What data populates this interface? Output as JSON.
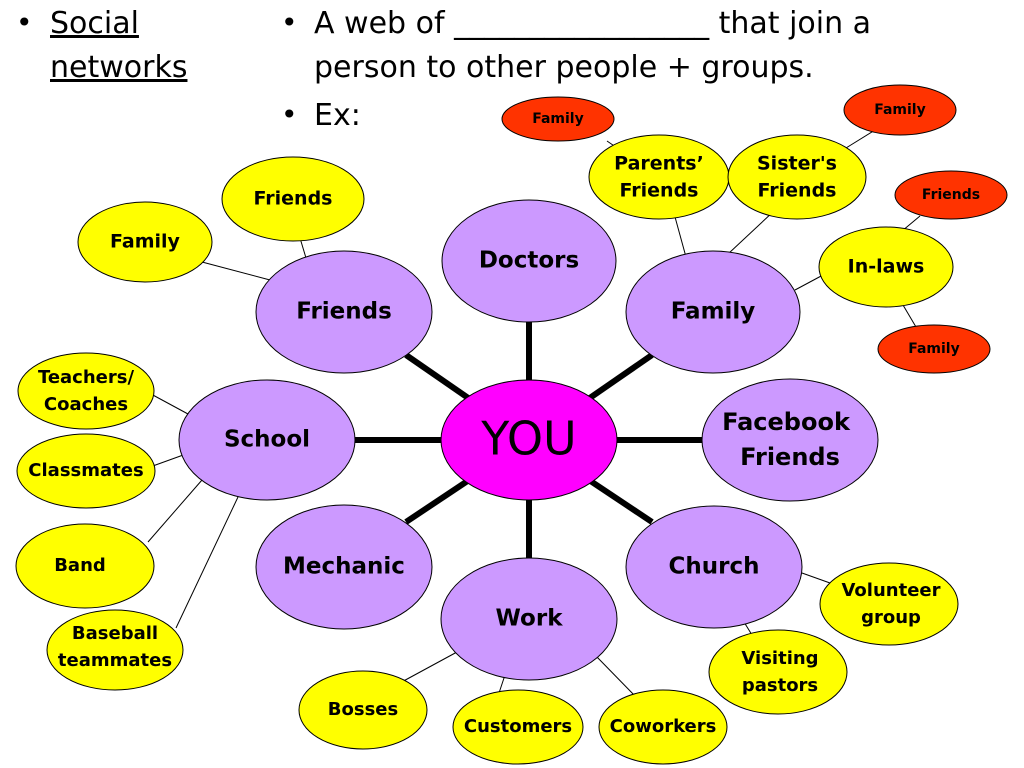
{
  "heading": {
    "bullet": "•",
    "line1": "Social",
    "line2": "networks"
  },
  "definition": {
    "bullet": "•",
    "line1_pre": "A web of",
    "line1_blank": "_________________",
    "line1_post": "that join a",
    "line2": "person to other people + groups."
  },
  "example": {
    "bullet": "•",
    "label": "Ex:"
  },
  "diagram": {
    "colors": {
      "center": "#ff00ff",
      "primary": "#cc99ff",
      "secondary": "#ffff00",
      "tertiary": "#ff3300",
      "outline": "#000000"
    },
    "center": "YOU",
    "primary": {
      "friends": "Friends",
      "doctors": "Doctors",
      "family": "Family",
      "school": "School",
      "facebook_1": "Facebook",
      "facebook_2": "Friends",
      "mechanic": "Mechanic",
      "work": "Work",
      "church": "Church"
    },
    "secondary": {
      "friends_friends": "Friends",
      "friends_family": "Family",
      "parents_friends_1": "Parents’",
      "parents_friends_2": "Friends",
      "sisters_friends_1": "Sister's",
      "sisters_friends_2": "Friends",
      "in_laws": "In-laws",
      "teachers_1": "Teachers/",
      "teachers_2": "Coaches",
      "classmates": "Classmates",
      "band": "Band",
      "baseball_1": "Baseball",
      "baseball_2": "teammates",
      "bosses": "Bosses",
      "customers": "Customers",
      "coworkers": "Coworkers",
      "volunteer_1": "Volunteer",
      "volunteer_2": "group",
      "visiting_1": "Visiting",
      "visiting_2": "pastors"
    },
    "tertiary": {
      "parents_family": "Family",
      "sister_family": "Family",
      "inlaws_friends": "Friends",
      "inlaws_family": "Family"
    }
  }
}
